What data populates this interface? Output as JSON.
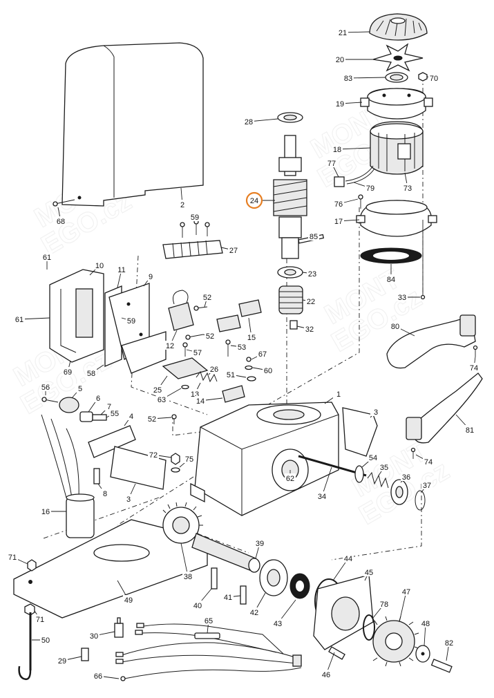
{
  "diagram": {
    "highlight_color": "#e67e22",
    "watermark": {
      "line1": "MONT",
      "line2": "EGO.cz"
    },
    "labels": [
      {
        "id": "21",
        "text": "21"
      },
      {
        "id": "20",
        "text": "20"
      },
      {
        "id": "83",
        "text": "83"
      },
      {
        "id": "70",
        "text": "70"
      },
      {
        "id": "19",
        "text": "19"
      },
      {
        "id": "28",
        "text": "28"
      },
      {
        "id": "18",
        "text": "18"
      },
      {
        "id": "77",
        "text": "77"
      },
      {
        "id": "79",
        "text": "79"
      },
      {
        "id": "73",
        "text": "73"
      },
      {
        "id": "2",
        "text": "2"
      },
      {
        "id": "24",
        "text": "24",
        "highlighted": true
      },
      {
        "id": "76",
        "text": "76"
      },
      {
        "id": "17",
        "text": "17"
      },
      {
        "id": "68",
        "text": "68"
      },
      {
        "id": "59a",
        "text": "59"
      },
      {
        "id": "85",
        "text": "85"
      },
      {
        "id": "27",
        "text": "27"
      },
      {
        "id": "84",
        "text": "84"
      },
      {
        "id": "61a",
        "text": "61"
      },
      {
        "id": "10",
        "text": "10"
      },
      {
        "id": "11",
        "text": "11"
      },
      {
        "id": "9",
        "text": "9"
      },
      {
        "id": "23",
        "text": "23"
      },
      {
        "id": "33",
        "text": "33"
      },
      {
        "id": "52a",
        "text": "52"
      },
      {
        "id": "22",
        "text": "22"
      },
      {
        "id": "61b",
        "text": "61"
      },
      {
        "id": "59b",
        "text": "59"
      },
      {
        "id": "15",
        "text": "15"
      },
      {
        "id": "80",
        "text": "80"
      },
      {
        "id": "12",
        "text": "12"
      },
      {
        "id": "52b",
        "text": "52"
      },
      {
        "id": "32",
        "text": "32"
      },
      {
        "id": "53",
        "text": "53"
      },
      {
        "id": "57",
        "text": "57"
      },
      {
        "id": "67",
        "text": "67"
      },
      {
        "id": "69",
        "text": "69"
      },
      {
        "id": "58",
        "text": "58"
      },
      {
        "id": "26",
        "text": "26"
      },
      {
        "id": "60",
        "text": "60"
      },
      {
        "id": "74a",
        "text": "74"
      },
      {
        "id": "51",
        "text": "51"
      },
      {
        "id": "25",
        "text": "25"
      },
      {
        "id": "13",
        "text": "13"
      },
      {
        "id": "63",
        "text": "63"
      },
      {
        "id": "14",
        "text": "14"
      },
      {
        "id": "56",
        "text": "56"
      },
      {
        "id": "5",
        "text": "5"
      },
      {
        "id": "6",
        "text": "6"
      },
      {
        "id": "7",
        "text": "7"
      },
      {
        "id": "1",
        "text": "1"
      },
      {
        "id": "55",
        "text": "55"
      },
      {
        "id": "4",
        "text": "4"
      },
      {
        "id": "3a",
        "text": "3"
      },
      {
        "id": "52c",
        "text": "52"
      },
      {
        "id": "81",
        "text": "81"
      },
      {
        "id": "72",
        "text": "72"
      },
      {
        "id": "75",
        "text": "75"
      },
      {
        "id": "54",
        "text": "54"
      },
      {
        "id": "74b",
        "text": "74"
      },
      {
        "id": "35",
        "text": "35"
      },
      {
        "id": "62",
        "text": "62"
      },
      {
        "id": "36",
        "text": "36"
      },
      {
        "id": "37",
        "text": "37"
      },
      {
        "id": "8",
        "text": "8"
      },
      {
        "id": "34",
        "text": "34"
      },
      {
        "id": "3b",
        "text": "3"
      },
      {
        "id": "16",
        "text": "16"
      },
      {
        "id": "39",
        "text": "39"
      },
      {
        "id": "71a",
        "text": "71"
      },
      {
        "id": "44",
        "text": "44"
      },
      {
        "id": "45",
        "text": "45"
      },
      {
        "id": "38",
        "text": "38"
      },
      {
        "id": "49",
        "text": "49"
      },
      {
        "id": "47",
        "text": "47"
      },
      {
        "id": "78",
        "text": "78"
      },
      {
        "id": "40",
        "text": "40"
      },
      {
        "id": "41",
        "text": "41"
      },
      {
        "id": "42",
        "text": "42"
      },
      {
        "id": "43",
        "text": "43"
      },
      {
        "id": "71b",
        "text": "71"
      },
      {
        "id": "65",
        "text": "65"
      },
      {
        "id": "48",
        "text": "48"
      },
      {
        "id": "30",
        "text": "30"
      },
      {
        "id": "50",
        "text": "50"
      },
      {
        "id": "82",
        "text": "82"
      },
      {
        "id": "29",
        "text": "29"
      },
      {
        "id": "46",
        "text": "46"
      },
      {
        "id": "66",
        "text": "66"
      }
    ]
  }
}
